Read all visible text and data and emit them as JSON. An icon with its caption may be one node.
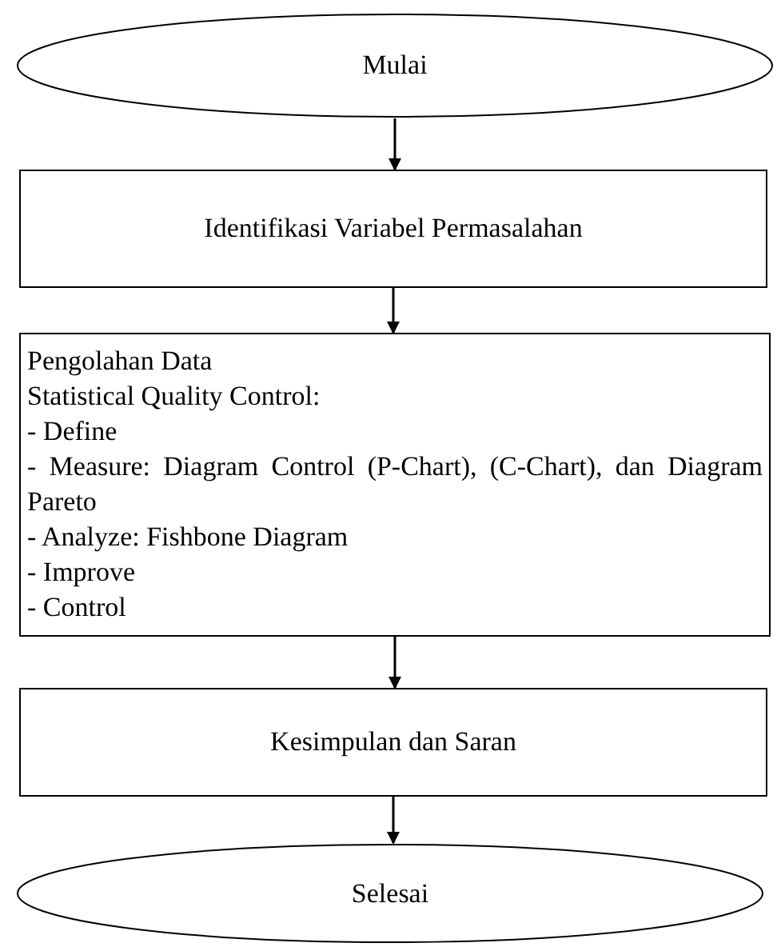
{
  "diagram": {
    "nodes": [
      {
        "text": [
          "Mulai"
        ]
      },
      {
        "text": [
          "Identifikasi Variabel Permasalahan"
        ]
      },
      {
        "text": [
          "Pengolahan Data",
          "Statistical Quality Control:",
          "- Define",
          "- Measure: Diagram Control (P-Chart), (C-Chart), dan Diagram Pareto",
          "- Analyze: Fishbone Diagram",
          "- Improve",
          "- Control"
        ]
      },
      {
        "text": [
          "Kesimpulan dan Saran"
        ]
      },
      {
        "text": [
          "Selesai"
        ]
      }
    ],
    "edges": [
      {
        "from": 0,
        "to": 1,
        "arrow": "to"
      },
      {
        "from": 1,
        "to": 2,
        "arrow": "to"
      },
      {
        "from": 2,
        "to": 3,
        "arrow": "to"
      },
      {
        "from": 3,
        "to": 4,
        "arrow": "to"
      }
    ]
  }
}
